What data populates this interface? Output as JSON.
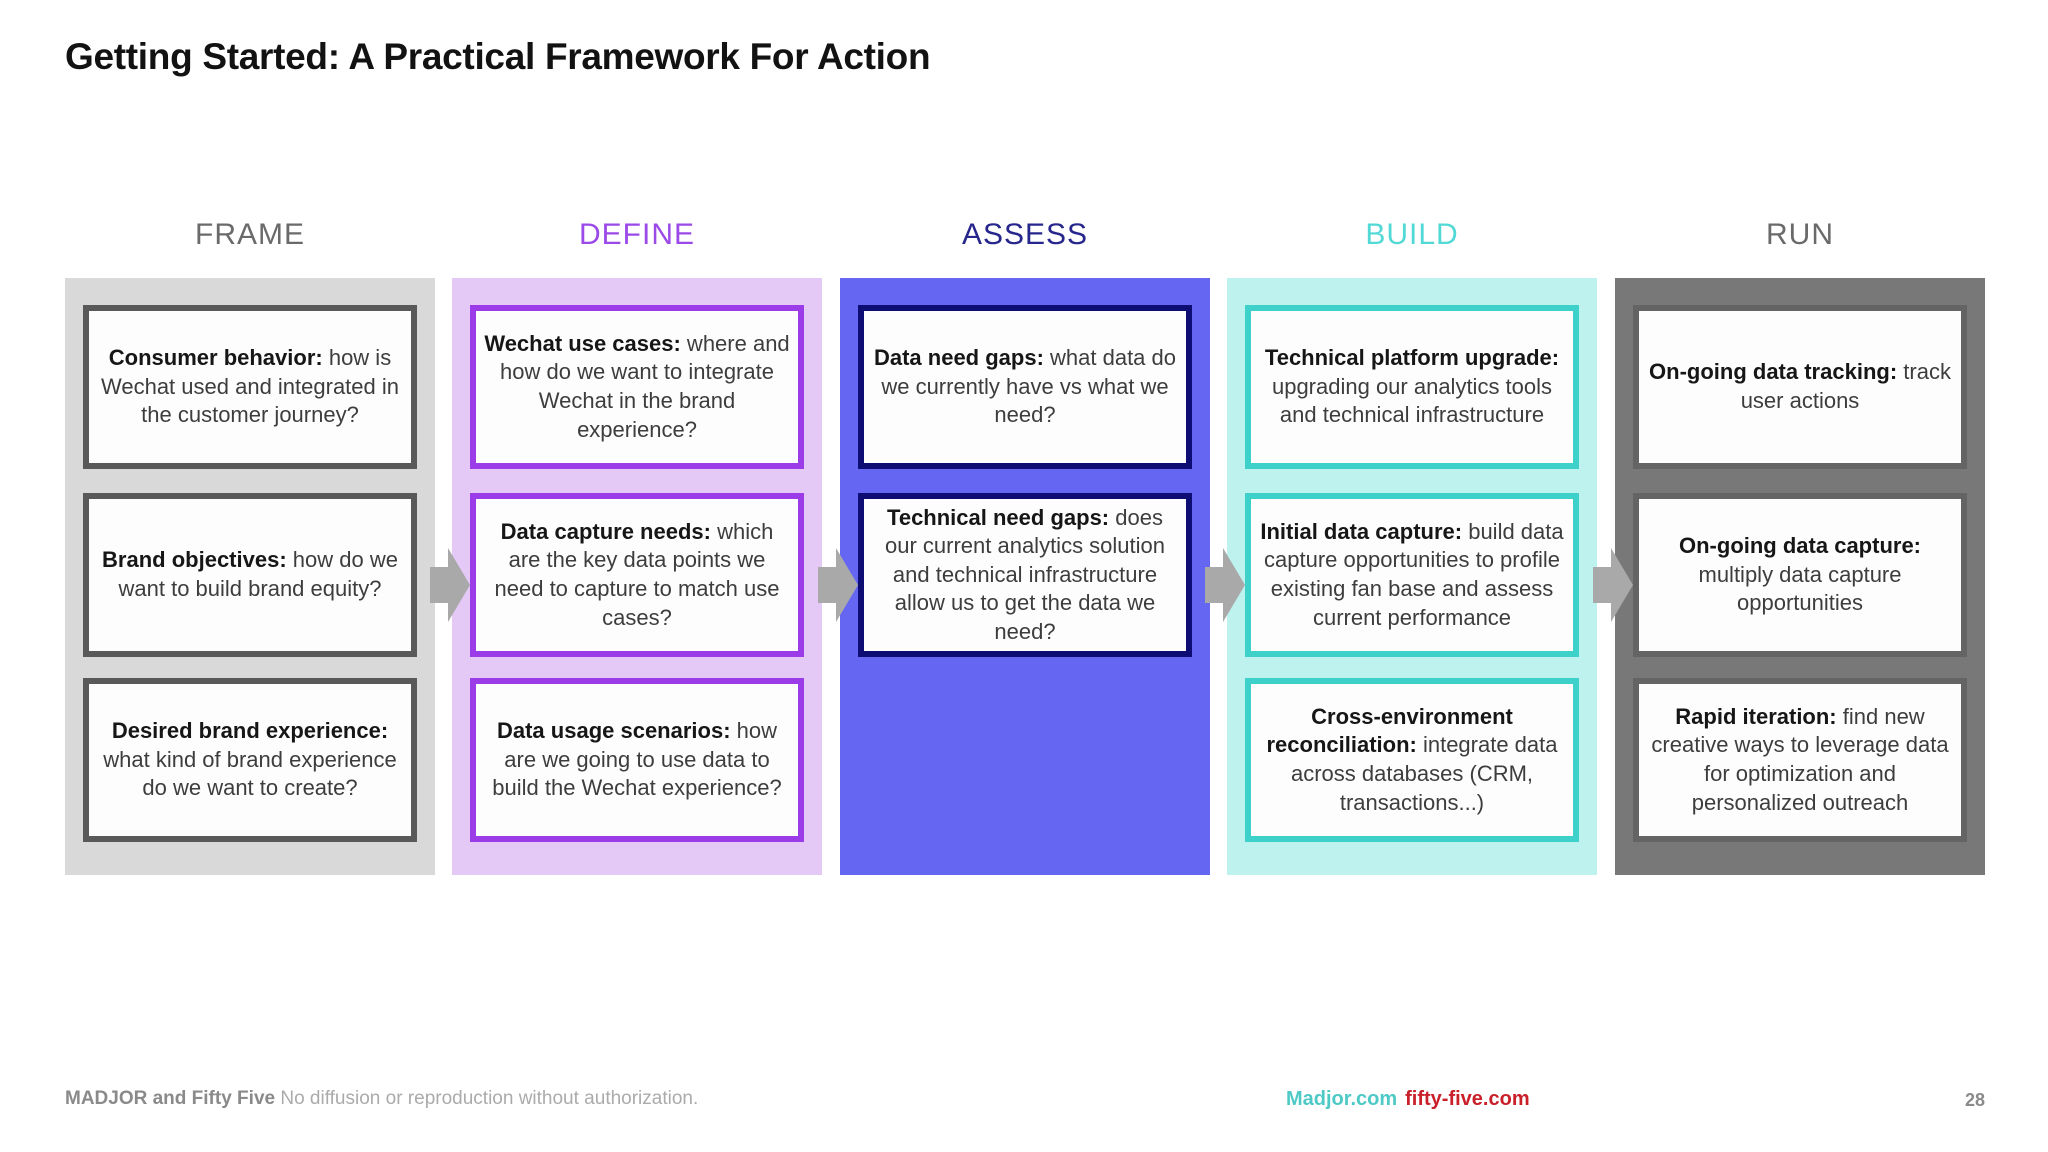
{
  "slide": {
    "title": "Getting Started: A Practical Framework For Action",
    "page_number": "28"
  },
  "footer": {
    "attribution": "MADJOR and Fifty Five",
    "disclaimer": " No diffusion or reproduction without authorization.",
    "links": [
      {
        "label": "Madjor.com",
        "color": "#4ec9c6"
      },
      {
        "label": "fifty-five.com",
        "color": "#c9202a"
      }
    ]
  },
  "arrow": {
    "color": "#a9a9a9"
  },
  "columns": [
    {
      "header": "FRAME",
      "header_color": "#6a6a6a",
      "band_color": "#d9d9d9",
      "card_border_color": "#595959",
      "cards": [
        {
          "lead": "Consumer behavior:",
          "body": " how is Wechat used and integrated in the customer journey?"
        },
        {
          "lead": "Brand objectives:",
          "body": " how do we want to build brand equity?"
        },
        {
          "lead": "Desired brand experience:",
          "body": " what kind of brand experience do we want to create?"
        }
      ]
    },
    {
      "header": "DEFINE",
      "header_color": "#9b4ae8",
      "band_color": "#e4c9f7",
      "card_border_color": "#9c3ce8",
      "cards": [
        {
          "lead": "Wechat use cases:",
          "body": " where and how do we want to integrate Wechat in the brand experience?"
        },
        {
          "lead": "Data capture needs:",
          "body": " which are the key data points we need to capture to match use cases?"
        },
        {
          "lead": "Data usage scenarios:",
          "body": " how are we going to use data to build the Wechat experience?"
        }
      ]
    },
    {
      "header": "ASSESS",
      "header_color": "#26268c",
      "band_color": "#6567f2",
      "card_border_color": "#0d0d73",
      "cards": [
        {
          "lead": "Data need gaps:",
          "body": " what data do we currently have vs what we need?"
        },
        {
          "lead": "Technical need gaps:",
          "body": " does our current analytics solution and technical infrastructure allow us to get the data we need?"
        }
      ]
    },
    {
      "header": "BUILD",
      "header_color": "#52d9d6",
      "band_color": "#bdf2ef",
      "card_border_color": "#3ed1ca",
      "cards": [
        {
          "lead": "Technical platform upgrade:",
          "body": " upgrading our analytics tools and technical infrastructure"
        },
        {
          "lead": "Initial data capture:",
          "body": " build data capture opportunities to profile existing fan base and assess current performance"
        },
        {
          "lead": "Cross-environment reconciliation:",
          "body": " integrate data across databases (CRM, transactions...)"
        }
      ]
    },
    {
      "header": "RUN",
      "header_color": "#6a6a6a",
      "band_color": "#787878",
      "card_border_color": "#646464",
      "cards": [
        {
          "lead": "On-going data tracking:",
          "body": " track user actions"
        },
        {
          "lead": "On-going data capture:",
          "body": " multiply data capture opportunities"
        },
        {
          "lead": "Rapid iteration:",
          "body": " find new creative ways to leverage data for optimization and personalized outreach"
        }
      ]
    }
  ]
}
